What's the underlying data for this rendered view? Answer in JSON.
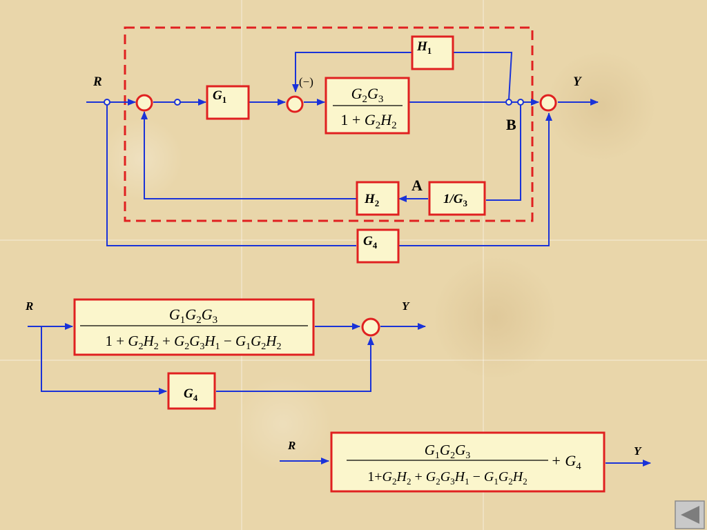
{
  "diagram1": {
    "input": "R",
    "output": "Y",
    "g1": "G",
    "g1_sub": "1",
    "neg_sign": "(−)",
    "h1": "H",
    "h1_sub": "1",
    "h2": "H",
    "h2_sub": "2",
    "inv_g3_main": "1/G",
    "inv_g3_sub": "3",
    "g4": "G",
    "g4_sub": "4",
    "point_a": "A",
    "point_b": "B",
    "tf_num": [
      "G",
      "2",
      "G",
      "3"
    ],
    "tf_den": [
      "1 + ",
      "G",
      "2",
      "H",
      "2"
    ]
  },
  "diagram2": {
    "input": "R",
    "output": "Y",
    "g4": "G",
    "g4_sub": "4",
    "tf_num": [
      "G",
      "1",
      "G",
      "2",
      "G",
      "3"
    ],
    "tf_den": [
      "1 + ",
      "G",
      "2",
      "H",
      "2",
      " + ",
      "G",
      "2",
      "G",
      "3",
      "H",
      "1",
      " − ",
      "G",
      "1",
      "G",
      "2",
      "H",
      "2"
    ]
  },
  "diagram3": {
    "input": "R",
    "output": "Y",
    "plus_g4": "+ G",
    "g4_sub": "4",
    "tf_num": [
      "G",
      "1",
      "G",
      "2",
      "G",
      "3"
    ],
    "tf_den": [
      "1+",
      "G",
      "2",
      "H",
      "2",
      " + ",
      "G",
      "2",
      "G",
      "3",
      "H",
      "1",
      " − ",
      "G",
      "1",
      "G",
      "2",
      "H",
      "2"
    ]
  },
  "nav": {
    "back_icon": "back-triangle-icon"
  },
  "colors": {
    "signal": "#1a32d8",
    "block_border": "#e02020",
    "block_fill": "#fbf6cc"
  }
}
